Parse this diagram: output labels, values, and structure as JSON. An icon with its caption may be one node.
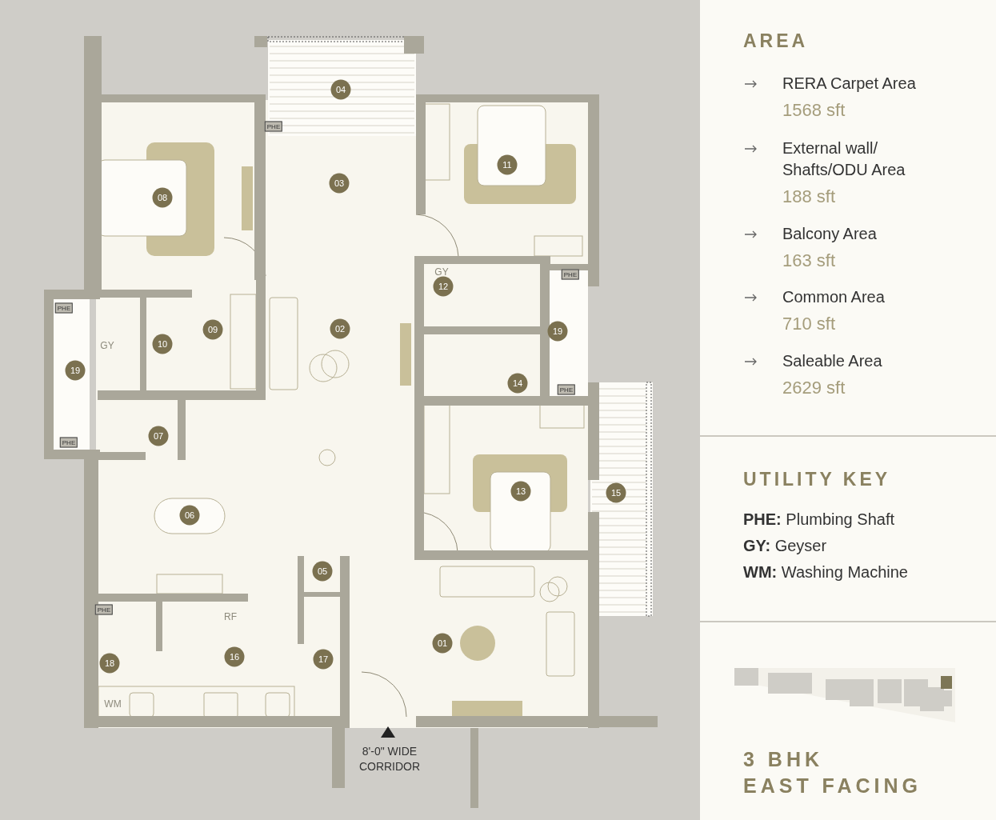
{
  "diagram": {
    "title": "3 BHK EAST FACING",
    "labels": [
      "04",
      "PHE",
      "11",
      "03",
      "08",
      "PHE",
      "GY",
      "12",
      "PHE",
      "19",
      "02",
      "09",
      "GY",
      "10",
      "19",
      "14",
      "PHE",
      "07",
      "PHE",
      "13",
      "15",
      "06",
      "05",
      "PHE",
      "RF",
      "01",
      "16",
      "17",
      "18",
      "WM",
      "8'-0\" WIDE CORRIDOR",
      "AREA",
      "RERA Carpet Area",
      "1568 sft",
      "External wall/ Shafts/ODU Area",
      "188 sft",
      "Balcony Area",
      "163 sft",
      "Common Area",
      "710 sft",
      "Saleable Area",
      "2629 sft",
      "UTILITY KEY",
      "**PHE:** Plumbing Shaft",
      "**GY:** Geyser",
      "**WM:** Washing Machine"
    ]
  }
}
